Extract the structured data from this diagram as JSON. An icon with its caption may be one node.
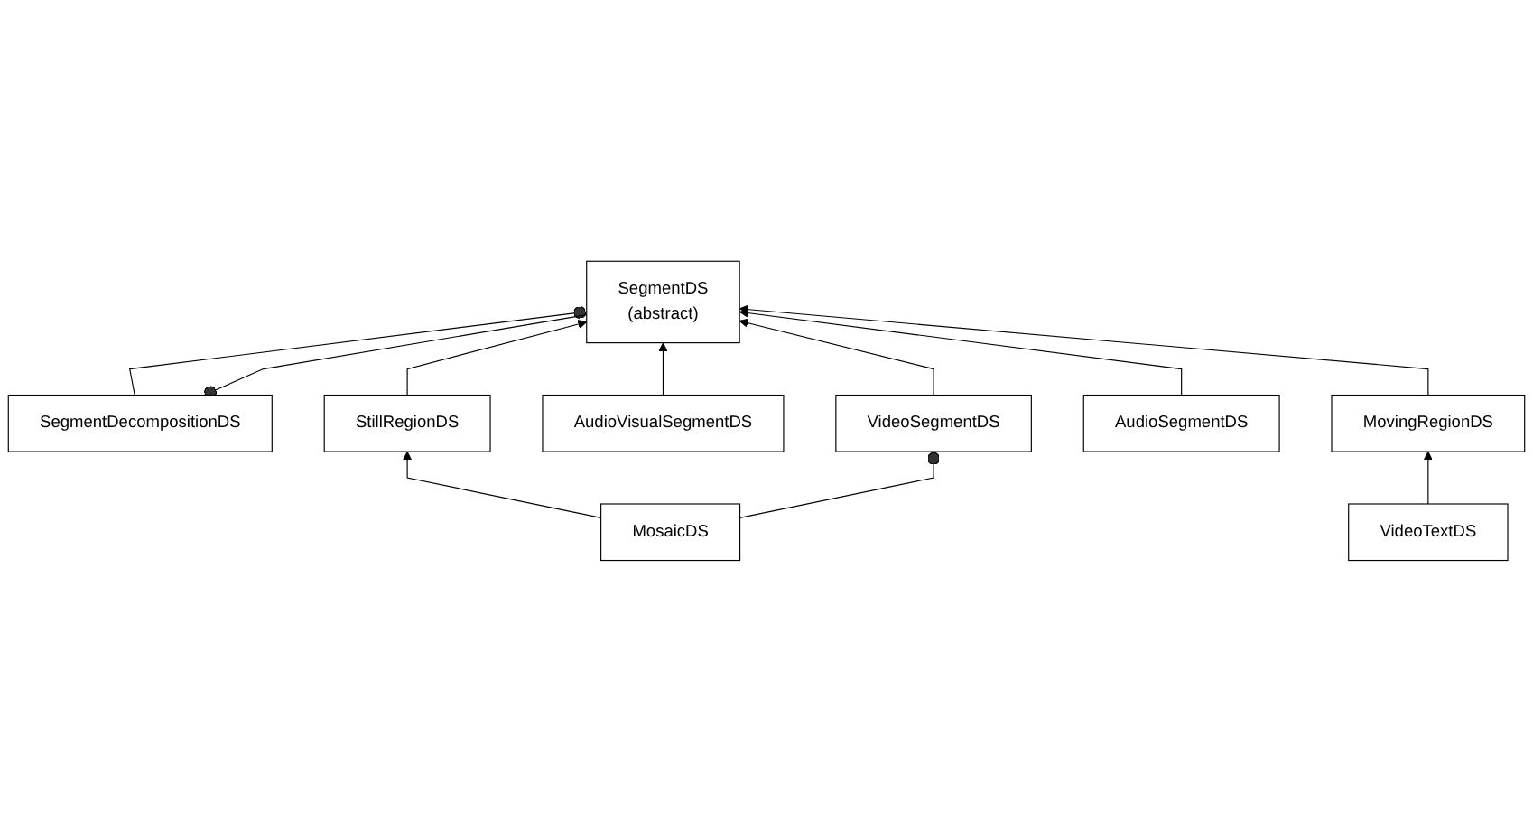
{
  "diagram": {
    "nodes": [
      {
        "text": [
          "SegmentDecompositionDS"
        ]
      },
      {
        "text": [
          "StillRegionDS"
        ]
      },
      {
        "text": [
          "SegmentDS",
          "(abstract)"
        ]
      },
      {
        "text": [
          "AudioVisualSegmentDS"
        ]
      },
      {
        "text": [
          "MosaicDS"
        ]
      },
      {
        "text": [
          "VideoSegmentDS"
        ]
      },
      {
        "text": [
          "AudioSegmentDS"
        ]
      },
      {
        "text": [
          "MovingRegionDS"
        ]
      },
      {
        "text": [
          "VideoTextDS"
        ]
      }
    ],
    "edges": [
      {
        "from": 0,
        "to": 2,
        "arrow": "other"
      },
      {
        "from": 2,
        "to": 0,
        "arrow": "other"
      },
      {
        "from": 1,
        "to": 2,
        "arrow": "to"
      },
      {
        "from": 3,
        "to": 2,
        "arrow": "to"
      },
      {
        "from": 4,
        "to": 1,
        "arrow": "to"
      },
      {
        "from": 4,
        "to": 5,
        "arrow": "other"
      },
      {
        "from": 5,
        "to": 2,
        "arrow": "to"
      },
      {
        "from": 6,
        "to": 2,
        "arrow": "to"
      },
      {
        "from": 7,
        "to": 2,
        "arrow": "to"
      },
      {
        "from": 8,
        "to": 7,
        "arrow": "to"
      }
    ]
  }
}
